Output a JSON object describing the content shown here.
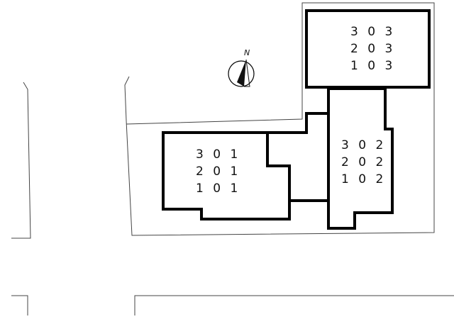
{
  "compass": {
    "label": "N"
  },
  "buildings": [
    {
      "units": [
        "3 0 3",
        "2 0 3",
        "1 0 3"
      ]
    },
    {
      "units": [
        "3 0 2",
        "2 0 2",
        "1 0 2"
      ]
    },
    {
      "units": [
        "3 0 1",
        "2 0 1",
        "1 0 1"
      ]
    }
  ]
}
